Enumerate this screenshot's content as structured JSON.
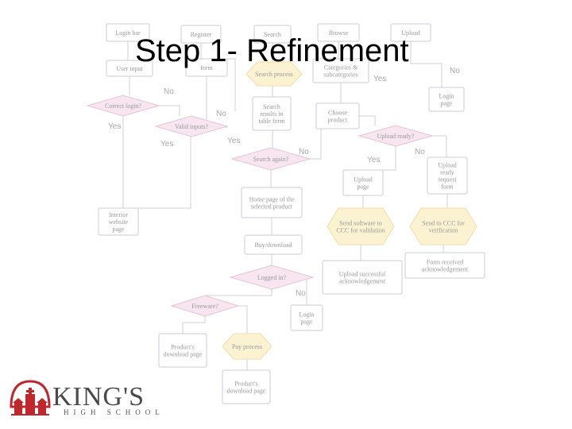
{
  "slide": {
    "title": "Step 1- Refinement"
  },
  "logo": {
    "name": "KING'S",
    "subtitle": "HIGH SCHOOL"
  },
  "colors": {
    "box_stroke": "#c9cdd8",
    "decision_fill": "#f7e6ef",
    "decision_stroke": "#e6c4d4",
    "terminal_fill": "#fbf2d2",
    "terminal_stroke": "#f0dea4",
    "connector": "#d0d0d0",
    "text": "#9a9a9a",
    "logo_red": "#c0272d"
  },
  "diagram": {
    "nodes": [
      {
        "id": "login-btn",
        "shape": "rect",
        "text": "Login bar"
      },
      {
        "id": "register-btn",
        "shape": "rect",
        "text": "Register"
      },
      {
        "id": "search-btn",
        "shape": "rect",
        "text": "Search"
      },
      {
        "id": "browse-btn",
        "shape": "rect",
        "text": "Browse"
      },
      {
        "id": "upload-btn",
        "shape": "rect",
        "text": "Upload"
      },
      {
        "id": "user-input",
        "shape": "rect",
        "text": "User input"
      },
      {
        "id": "reg-form",
        "shape": "rect",
        "text": "form"
      },
      {
        "id": "search-process",
        "shape": "terminal",
        "text": "Search process"
      },
      {
        "id": "categories",
        "shape": "rect",
        "text": "Categories & subcategories"
      },
      {
        "id": "correct-login",
        "shape": "decision",
        "text": "Correct login?"
      },
      {
        "id": "login-page-right",
        "shape": "rect",
        "text": "Login page"
      },
      {
        "id": "search-results",
        "shape": "rect",
        "text": "Search results in table form"
      },
      {
        "id": "choose-product",
        "shape": "rect",
        "text": "Choose product"
      },
      {
        "id": "valid-inputs",
        "shape": "decision",
        "text": "Valid inputs?"
      },
      {
        "id": "upload-ready",
        "shape": "decision",
        "text": "Upload ready?"
      },
      {
        "id": "search-again",
        "shape": "decision",
        "text": "Search again?"
      },
      {
        "id": "upload-page",
        "shape": "rect",
        "text": "Upload page"
      },
      {
        "id": "upload-ready-form",
        "shape": "rect",
        "text": "Upload ready request form"
      },
      {
        "id": "homepage-product",
        "shape": "rect",
        "text": "Home page of the selected product"
      },
      {
        "id": "interior-website",
        "shape": "rect",
        "text": "Interior website page"
      },
      {
        "id": "send-software",
        "shape": "terminal",
        "text": "Send software to CCC for validation"
      },
      {
        "id": "send-ccc",
        "shape": "terminal",
        "text": "Send to CCC for verification"
      },
      {
        "id": "buy-download",
        "shape": "rect",
        "text": "Buy/download"
      },
      {
        "id": "form-received",
        "shape": "rect",
        "text": "Form received acknowledgement"
      },
      {
        "id": "logged-in",
        "shape": "decision",
        "text": "Logged in?"
      },
      {
        "id": "upload-success",
        "shape": "rect",
        "text": "Upload successful acknowledgement"
      },
      {
        "id": "freeware",
        "shape": "decision",
        "text": "Freeware?"
      },
      {
        "id": "login-page-mid",
        "shape": "rect",
        "text": "Login page"
      },
      {
        "id": "product-download-1",
        "shape": "rect",
        "text": "Product's download page"
      },
      {
        "id": "pay-process",
        "shape": "terminal",
        "text": "Pay process"
      },
      {
        "id": "product-download-2",
        "shape": "rect",
        "text": "Product's download page"
      }
    ],
    "edge_labels": [
      {
        "id": "lbl-yes-1",
        "text": "Yes"
      },
      {
        "id": "lbl-no-1",
        "text": "No"
      },
      {
        "id": "lbl-no-2",
        "text": "No"
      },
      {
        "id": "lbl-yes-2",
        "text": "Yes"
      },
      {
        "id": "lbl-no-3",
        "text": "No"
      },
      {
        "id": "lbl-yes-3",
        "text": "Yes"
      },
      {
        "id": "lbl-yes-4",
        "text": "Yes"
      },
      {
        "id": "lbl-no-4",
        "text": "No"
      },
      {
        "id": "lbl-no-5",
        "text": "No"
      },
      {
        "id": "lbl-yes-5",
        "text": "Yes"
      },
      {
        "id": "lbl-no-6",
        "text": "No"
      }
    ]
  }
}
